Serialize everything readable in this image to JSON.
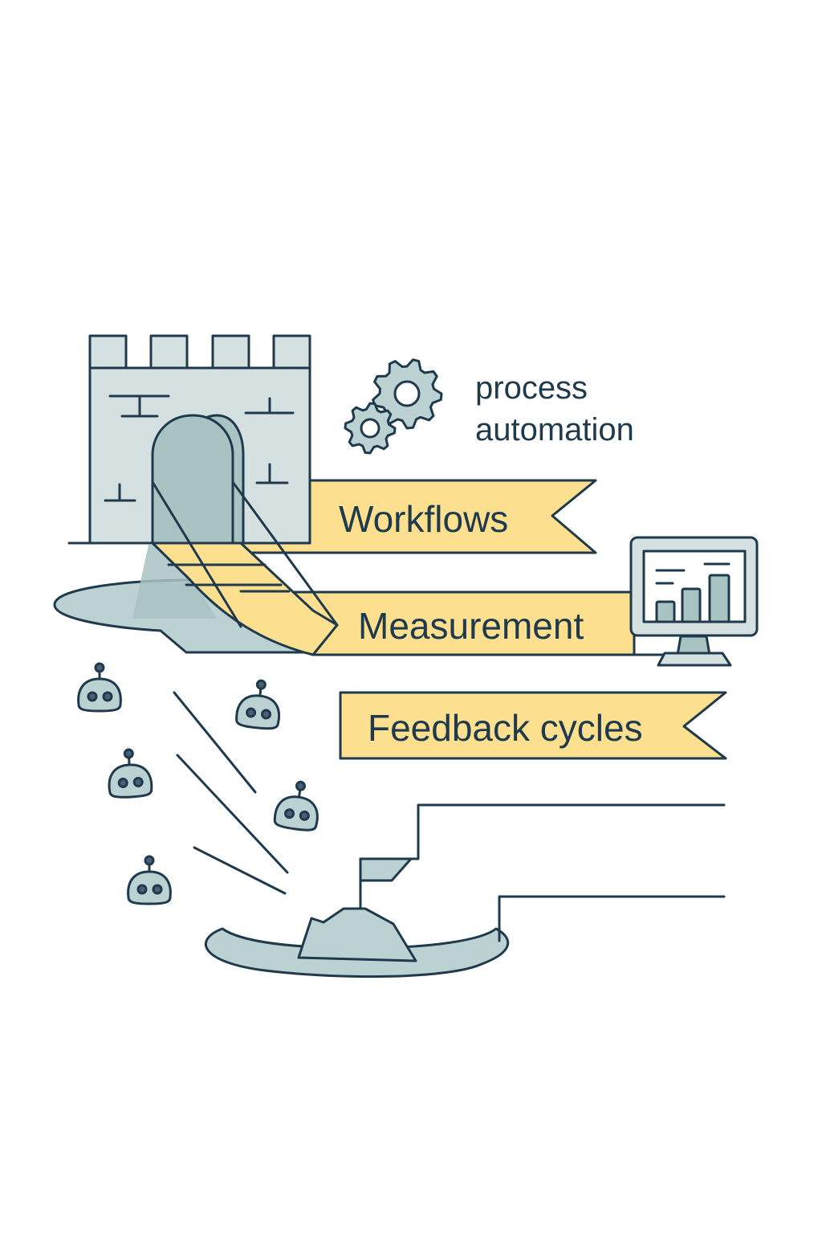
{
  "illustration": {
    "subject": "castle gateway leading to workflow banners, robots heading toward a summit flag",
    "gear_caption": {
      "line1": "process",
      "line2": "automation"
    },
    "banners": [
      {
        "label": "Workflows"
      },
      {
        "label": "Measurement"
      },
      {
        "label": "Feedback cycles"
      }
    ],
    "icons": {
      "castle": "castle-icon",
      "gears": "gears-icon",
      "monitor": "monitor-chart-icon",
      "robots": "robot-head-icon",
      "flag": "summit-flag-icon"
    },
    "robot_count": 5,
    "colors": {
      "ink": "#1e3a4c",
      "stone": "#d5e0e1",
      "teal": "#a9c2c2",
      "teal_light": "#bcd2d2",
      "banner_yellow": "#fcdf8f",
      "background": "#ffffff"
    }
  }
}
